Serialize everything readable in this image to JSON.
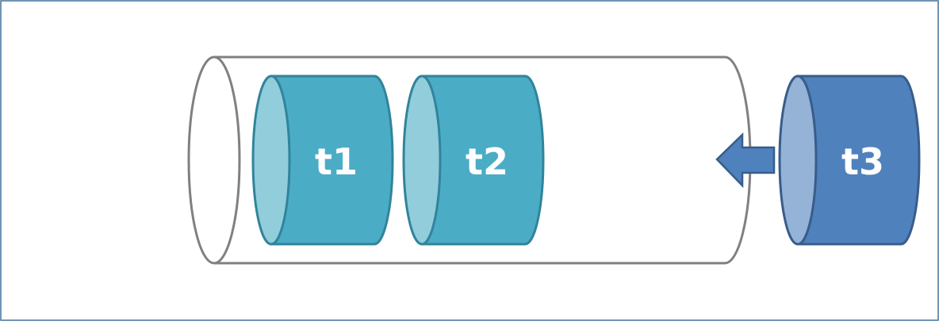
{
  "colors": {
    "background": "#ffffff",
    "frame_border": "#41719c",
    "tube_stroke": "#808080",
    "queued_body": "#4bacc6",
    "queued_face": "#92cddc",
    "queued_stroke": "#31849b",
    "incoming_body": "#4f81bd",
    "incoming_face": "#95b3d7",
    "incoming_stroke": "#385d8a",
    "arrow_fill": "#4f81bd",
    "arrow_stroke": "#385d8a",
    "label": "#ffffff"
  },
  "diagram": {
    "items": [
      {
        "label": "t1"
      },
      {
        "label": "t2"
      },
      {
        "label": "t3"
      }
    ]
  }
}
